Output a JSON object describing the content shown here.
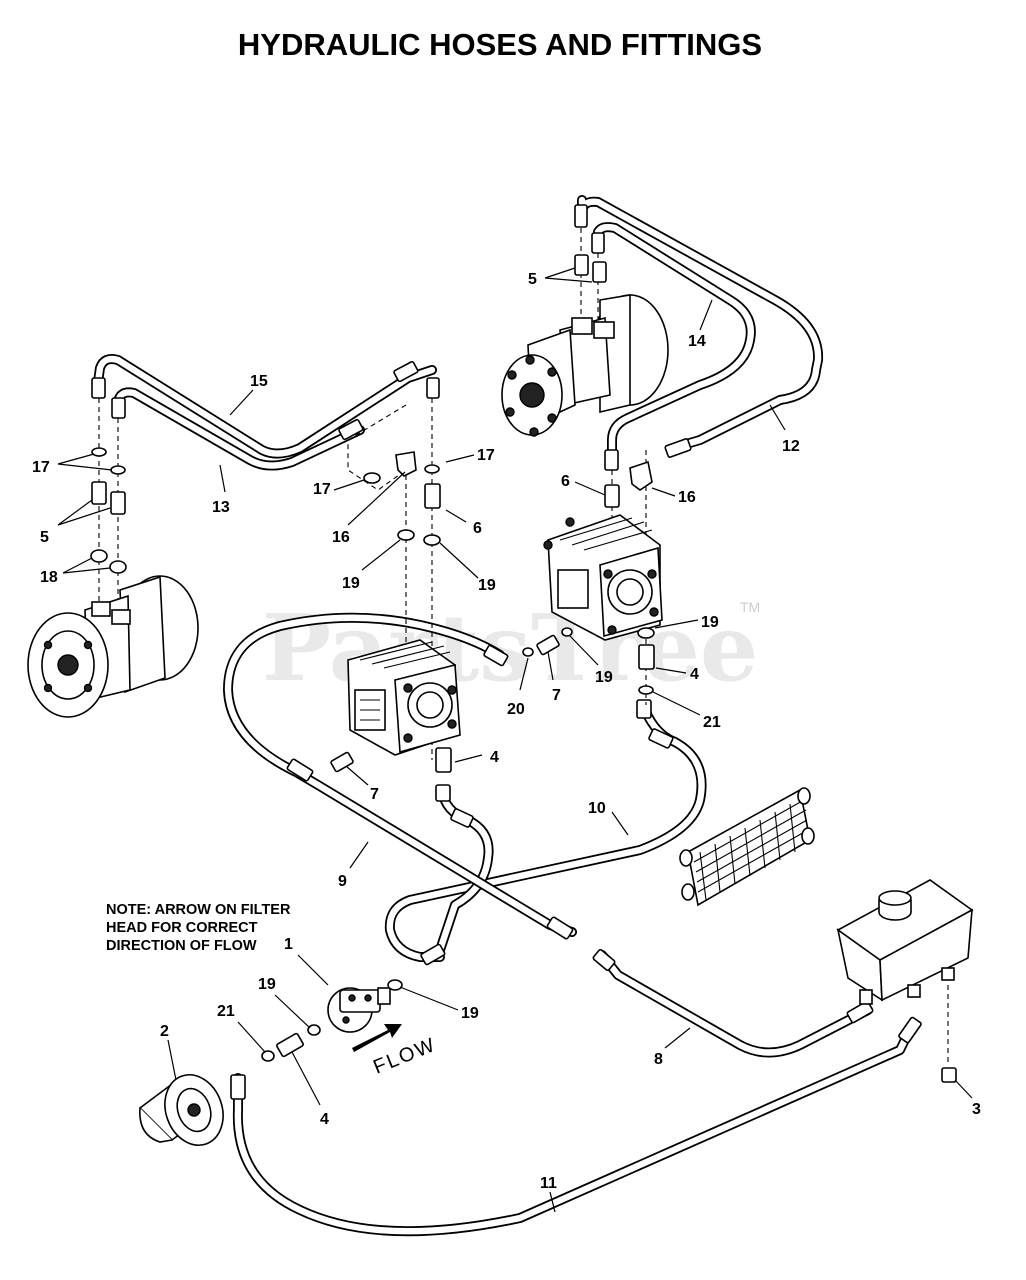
{
  "title": "HYDRAULIC HOSES AND FITTINGS",
  "note": {
    "line1": "NOTE: ARROW ON FILTER",
    "line2": "HEAD FOR CORRECT",
    "line3": "DIRECTION OF FLOW"
  },
  "flow_label": "FLOW",
  "watermark": {
    "text": "PartsTree",
    "tm": "TM"
  },
  "callouts": [
    {
      "id": "c5-top",
      "text": "5"
    },
    {
      "id": "c14",
      "text": "14"
    },
    {
      "id": "c12",
      "text": "12"
    },
    {
      "id": "c15",
      "text": "15"
    },
    {
      "id": "c13",
      "text": "13"
    },
    {
      "id": "c17-left",
      "text": "17"
    },
    {
      "id": "c5-left",
      "text": "5"
    },
    {
      "id": "c18",
      "text": "18"
    },
    {
      "id": "c17-mid",
      "text": "17"
    },
    {
      "id": "c17-right",
      "text": "17"
    },
    {
      "id": "c16-mid",
      "text": "16"
    },
    {
      "id": "c6-mid",
      "text": "6"
    },
    {
      "id": "c19-midleft",
      "text": "19"
    },
    {
      "id": "c19-midright",
      "text": "19"
    },
    {
      "id": "c6-right",
      "text": "6"
    },
    {
      "id": "c16-right",
      "text": "16"
    },
    {
      "id": "c19-pumpright",
      "text": "19"
    },
    {
      "id": "c4-pumpright",
      "text": "4"
    },
    {
      "id": "c21-right",
      "text": "21"
    },
    {
      "id": "c20",
      "text": "20"
    },
    {
      "id": "c7-mid",
      "text": "7"
    },
    {
      "id": "c19-lower",
      "text": "19"
    },
    {
      "id": "c4-mid",
      "text": "4"
    },
    {
      "id": "c7-left",
      "text": "7"
    },
    {
      "id": "c10",
      "text": "10"
    },
    {
      "id": "c9",
      "text": "9"
    },
    {
      "id": "c1",
      "text": "1"
    },
    {
      "id": "c19-filterleft",
      "text": "19"
    },
    {
      "id": "c19-filterright",
      "text": "19"
    },
    {
      "id": "c21-left",
      "text": "21"
    },
    {
      "id": "c2",
      "text": "2"
    },
    {
      "id": "c4-filter",
      "text": "4"
    },
    {
      "id": "c8",
      "text": "8"
    },
    {
      "id": "c3",
      "text": "3"
    },
    {
      "id": "c11",
      "text": "11"
    }
  ]
}
